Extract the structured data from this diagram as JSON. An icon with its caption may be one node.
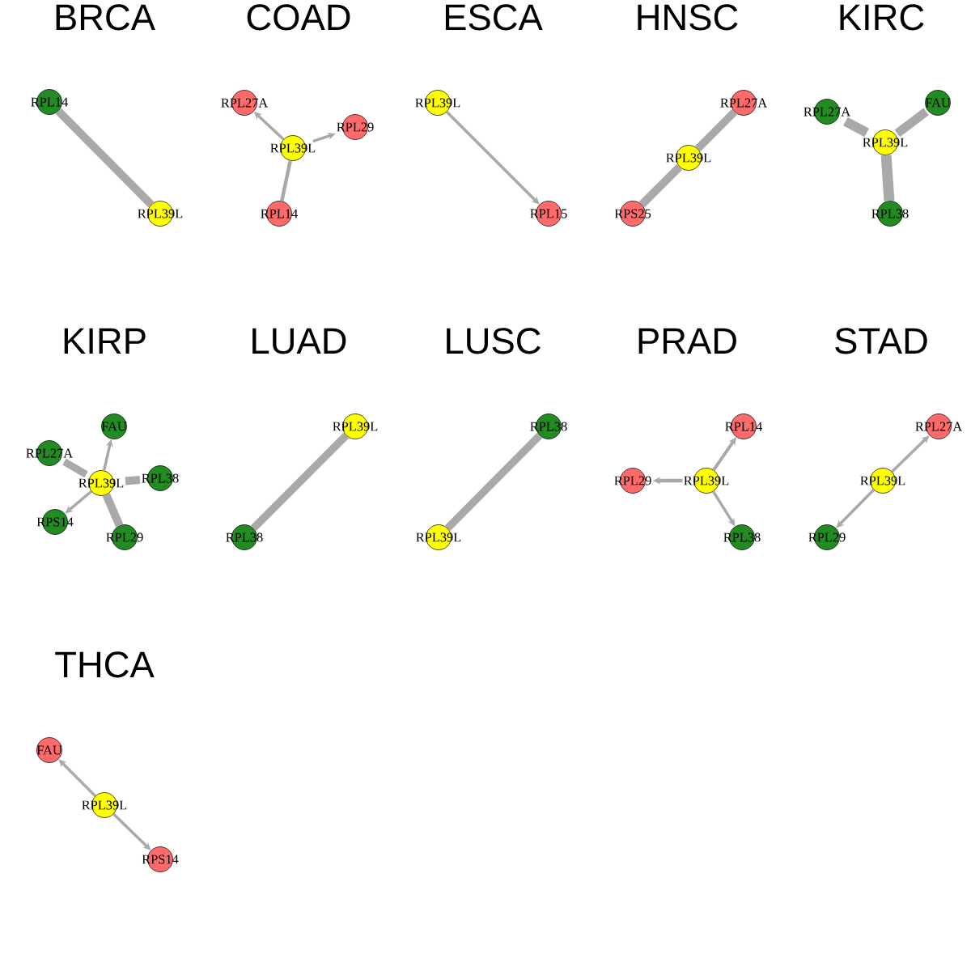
{
  "diagram": {
    "nodes": [
      {
        "text": [
          "RPL14"
        ]
      },
      {
        "text": [
          "RPL39L"
        ]
      },
      {
        "text": [
          "RPL27A"
        ]
      },
      {
        "text": [
          "RPL29"
        ]
      },
      {
        "text": [
          "RPL39L"
        ]
      },
      {
        "text": [
          "RPL14"
        ]
      },
      {
        "text": [
          "RPL39L"
        ]
      },
      {
        "text": [
          "RPL15"
        ]
      },
      {
        "text": [
          "RPL27A"
        ]
      },
      {
        "text": [
          "RPL39L"
        ]
      },
      {
        "text": [
          "RPS25"
        ]
      },
      {
        "text": [
          "RPL27A"
        ]
      },
      {
        "text": [
          "FAU"
        ]
      },
      {
        "text": [
          "RPL39L"
        ]
      },
      {
        "text": [
          "RPL38"
        ]
      },
      {
        "text": [
          "FAU"
        ]
      },
      {
        "text": [
          "RPL27A"
        ]
      },
      {
        "text": [
          "RPL38"
        ]
      },
      {
        "text": [
          "RPL39L"
        ]
      },
      {
        "text": [
          "RPS14"
        ]
      },
      {
        "text": [
          "RPL29"
        ]
      },
      {
        "text": [
          "RPL39L"
        ]
      },
      {
        "text": [
          "RPL38"
        ]
      },
      {
        "text": [
          "RPL38"
        ]
      },
      {
        "text": [
          "RPL39L"
        ]
      },
      {
        "text": [
          "RPL14"
        ]
      },
      {
        "text": [
          "RPL29"
        ]
      },
      {
        "text": [
          "RPL39L"
        ]
      },
      {
        "text": [
          "RPL38"
        ]
      },
      {
        "text": [
          "RPL27A"
        ]
      },
      {
        "text": [
          "RPL39L"
        ]
      },
      {
        "text": [
          "RPL29"
        ]
      },
      {
        "text": [
          "FAU"
        ]
      },
      {
        "text": [
          "RPL39L"
        ]
      },
      {
        "text": [
          "RPS14"
        ]
      }
    ],
    "edges": [
      {
        "from": 0,
        "to": 1,
        "arrow": "none",
        "style": "thick"
      },
      {
        "from": 4,
        "to": 2,
        "arrow": "to"
      },
      {
        "from": 4,
        "to": 3,
        "arrow": "to"
      },
      {
        "from": 5,
        "to": 4,
        "arrow": "none"
      },
      {
        "from": 6,
        "to": 7,
        "arrow": "to"
      },
      {
        "from": 9,
        "to": 8,
        "arrow": "none",
        "style": "thick"
      },
      {
        "from": 9,
        "to": 10,
        "arrow": "none",
        "style": "thick"
      },
      {
        "from": 13,
        "to": 11,
        "arrow": "none",
        "style": "thick"
      },
      {
        "from": 13,
        "to": 12,
        "arrow": "none",
        "style": "thick"
      },
      {
        "from": 13,
        "to": 14,
        "arrow": "none",
        "style": "thick"
      },
      {
        "from": 18,
        "to": 15,
        "arrow": "to"
      },
      {
        "from": 18,
        "to": 16,
        "arrow": "none",
        "style": "thick"
      },
      {
        "from": 18,
        "to": 17,
        "arrow": "none",
        "style": "thick"
      },
      {
        "from": 18,
        "to": 19,
        "arrow": "to"
      },
      {
        "from": 18,
        "to": 20,
        "arrow": "none",
        "style": "thick"
      },
      {
        "from": 21,
        "to": 22,
        "arrow": "none",
        "style": "thick"
      },
      {
        "from": 23,
        "to": 24,
        "arrow": "none",
        "style": "thick"
      },
      {
        "from": 27,
        "to": 25,
        "arrow": "to"
      },
      {
        "from": 27,
        "to": 26,
        "arrow": "to"
      },
      {
        "from": 27,
        "to": 28,
        "arrow": "to"
      },
      {
        "from": 30,
        "to": 29,
        "arrow": "to"
      },
      {
        "from": 30,
        "to": 31,
        "arrow": "to"
      },
      {
        "from": 33,
        "to": 32,
        "arrow": "to"
      },
      {
        "from": 33,
        "to": 34,
        "arrow": "to"
      }
    ],
    "labels": [
      "BRCA",
      "COAD",
      "ESCA",
      "HNSC",
      "KIRC",
      "KIRP",
      "LUAD",
      "LUSC",
      "PRAD",
      "STAD",
      "THCA"
    ]
  }
}
